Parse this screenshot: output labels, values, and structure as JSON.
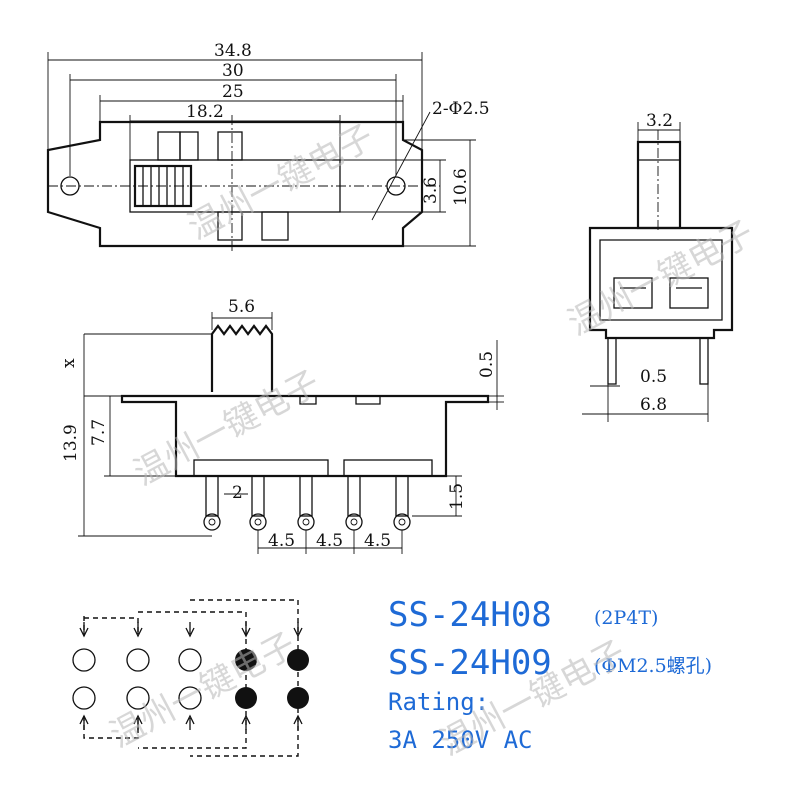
{
  "watermark": "温州一键电子",
  "top_view": {
    "dims": {
      "overall": "34.8",
      "mount_spacing": "30",
      "body": "25",
      "slot": "18.2",
      "hole": "2-Φ2.5",
      "slot_h": "3.6",
      "height": "10.6"
    }
  },
  "end_view": {
    "dims": {
      "actuator": "3.2",
      "pin": "0.5",
      "pin_spacing": "6.8"
    }
  },
  "side_view": {
    "dims": {
      "actuator": "5.6",
      "x": "x",
      "plate": "0.5",
      "body": "7.7",
      "overall": "13.9",
      "pin_w": "2",
      "pin_len": "1.5",
      "pitch1": "4.5",
      "pitch2": "4.5",
      "pitch3": "4.5"
    }
  },
  "product": {
    "model1": "SS-24H08",
    "model1_note": "(2P4T)",
    "model2": "SS-24H09",
    "model2_note": "(ΦM2.5螺孔)",
    "rating_label": "Rating:",
    "rating_value": "3A  250V  AC"
  }
}
